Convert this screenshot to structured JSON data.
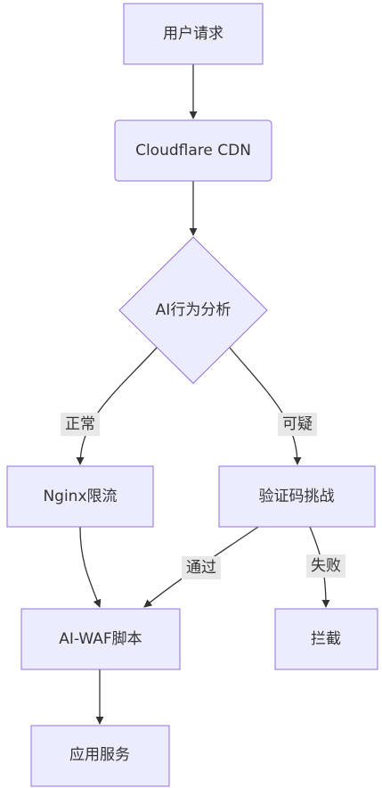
{
  "nodes": {
    "user_request": "用户请求",
    "cdn": "Cloudflare CDN",
    "ai_analysis": "AI行为分析",
    "nginx": "Nginx限流",
    "challenge": "验证码挑战",
    "waf": "AI-WAF脚本",
    "block": "拦截",
    "app": "应用服务"
  },
  "edges": {
    "normal": "正常",
    "suspicious": "可疑",
    "pass": "通过",
    "fail": "失败"
  }
}
